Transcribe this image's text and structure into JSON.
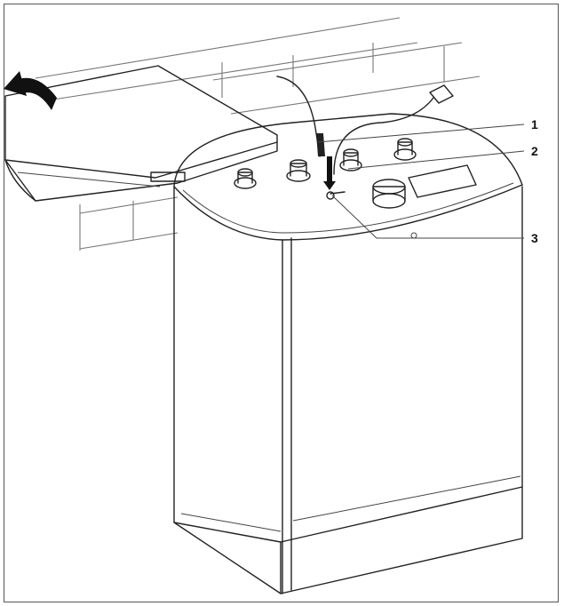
{
  "callouts": [
    {
      "number": "1"
    },
    {
      "number": "2"
    },
    {
      "number": "3"
    }
  ],
  "colors": {
    "line": "#222222",
    "background": "#ffffff",
    "wall": "#777777"
  }
}
